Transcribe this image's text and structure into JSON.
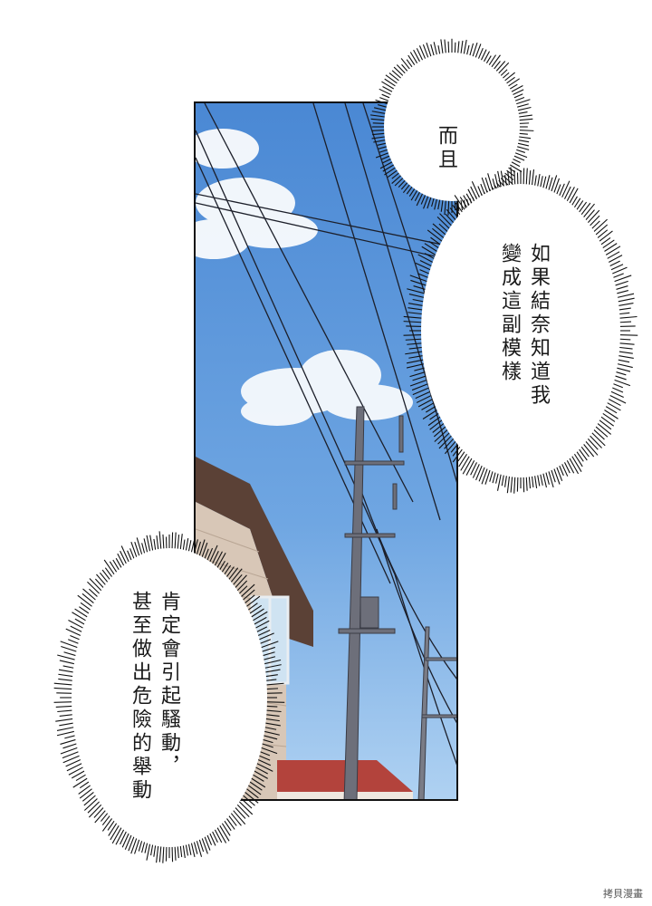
{
  "bubbles": [
    {
      "lines": [
        "而且"
      ]
    },
    {
      "lines": [
        "如果結奈知道我",
        "變成這副模樣"
      ]
    },
    {
      "lines": [
        "肯定會引起騷動，",
        "甚至做出危險的舉動"
      ]
    }
  ],
  "watermark": "拷貝漫畫",
  "colors": {
    "sky_top": "#4f8fd8",
    "sky_bottom": "#a9cef0",
    "house_wall": "#d9c8b9",
    "roof": "#5a3f33",
    "red_roof": "#b5403a",
    "pole": "#6e6e78"
  }
}
